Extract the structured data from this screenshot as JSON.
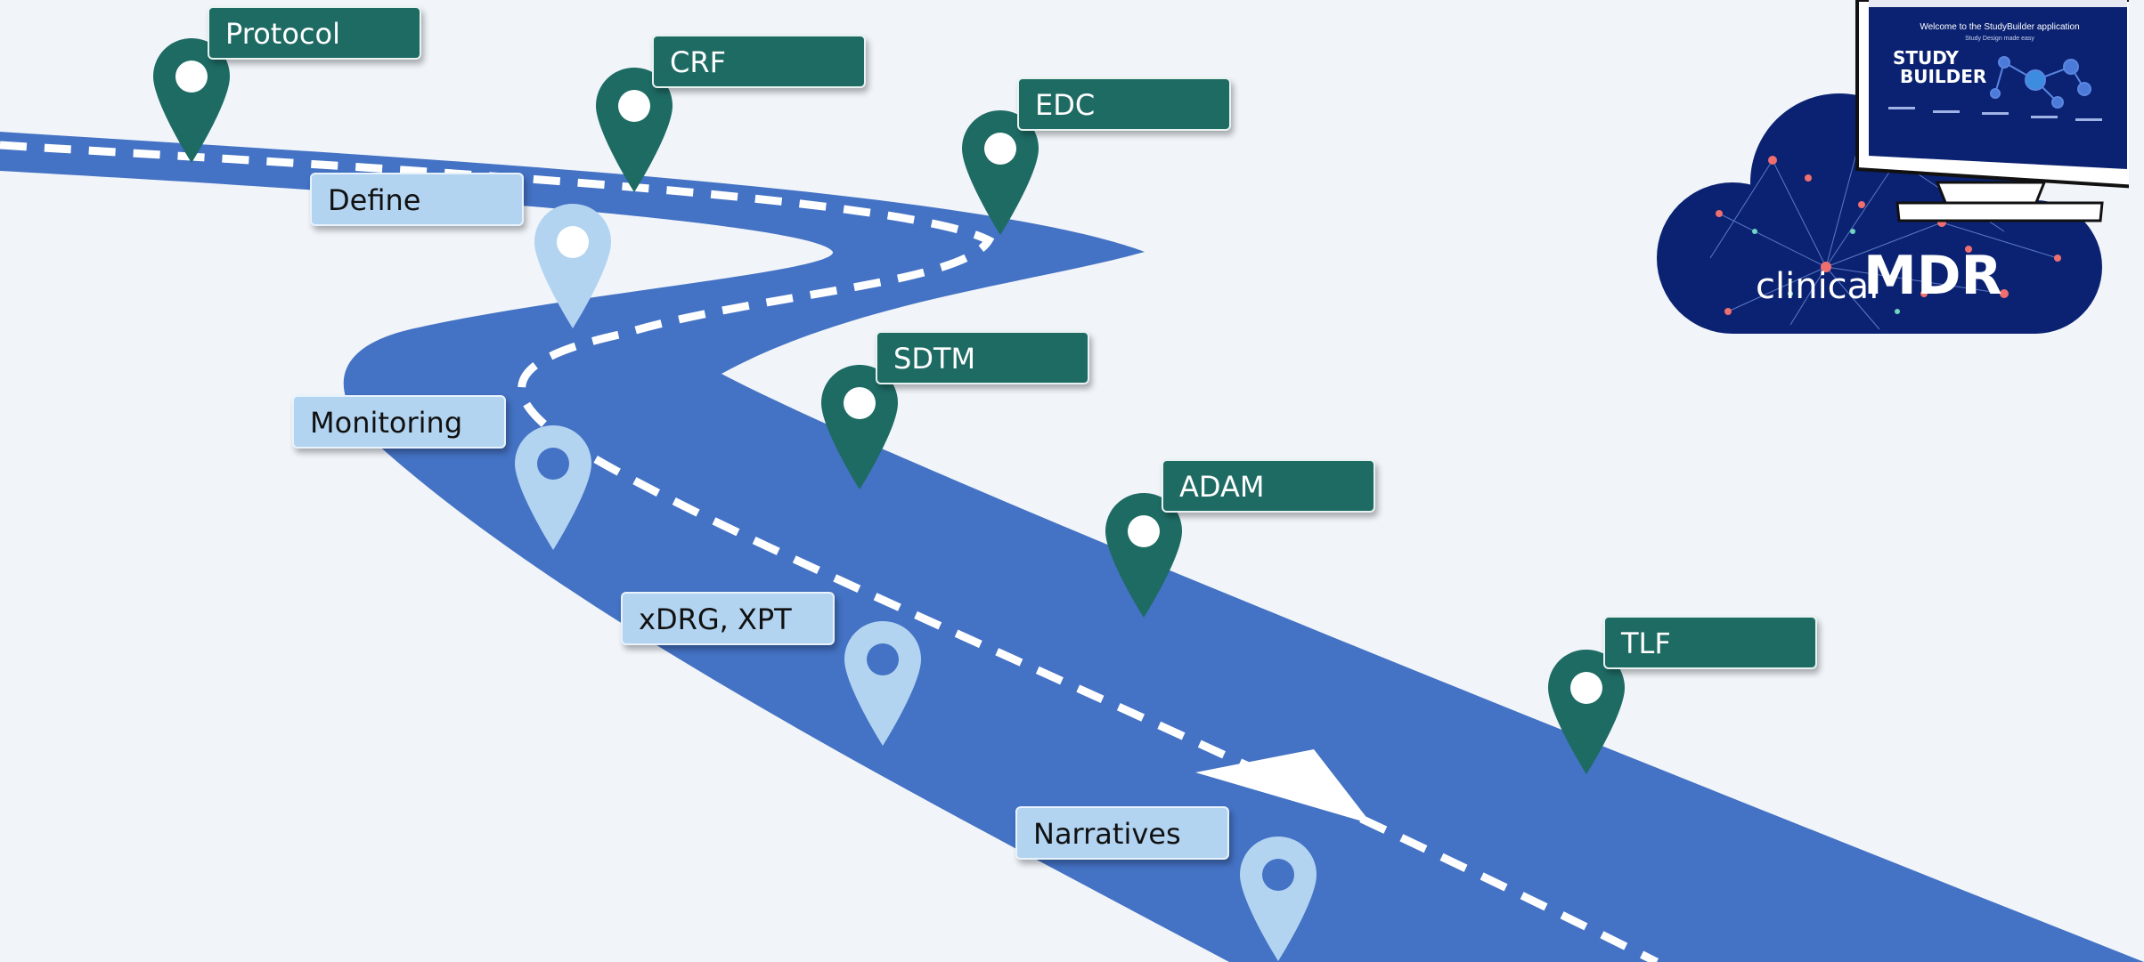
{
  "milestones": {
    "protocol": "Protocol",
    "crf": "CRF",
    "edc": "EDC",
    "sdtm": "SDTM",
    "adam": "ADAM",
    "tlf": "TLF",
    "define": "Define",
    "monitoring": "Monitoring",
    "xdrg_xpt": "xDRG, XPT",
    "narratives": "Narratives"
  },
  "logo": {
    "brand_prefix": "clinical",
    "brand_main": "MDR",
    "study_builder_line1": "STUDY",
    "study_builder_line2": "BUILDER",
    "screen_heading": "Welcome to the StudyBuilder application",
    "screen_subheading": "Study Design made easy"
  },
  "colors": {
    "background": "#f1f5fa",
    "road": "#4472c4",
    "dark_pin": "#1e6b64",
    "light_pin": "#b2d4f1",
    "cloud": "#0b2272"
  },
  "icons": [
    "map-pin-icon",
    "monitor-icon",
    "cloud-icon",
    "network-icon"
  ]
}
